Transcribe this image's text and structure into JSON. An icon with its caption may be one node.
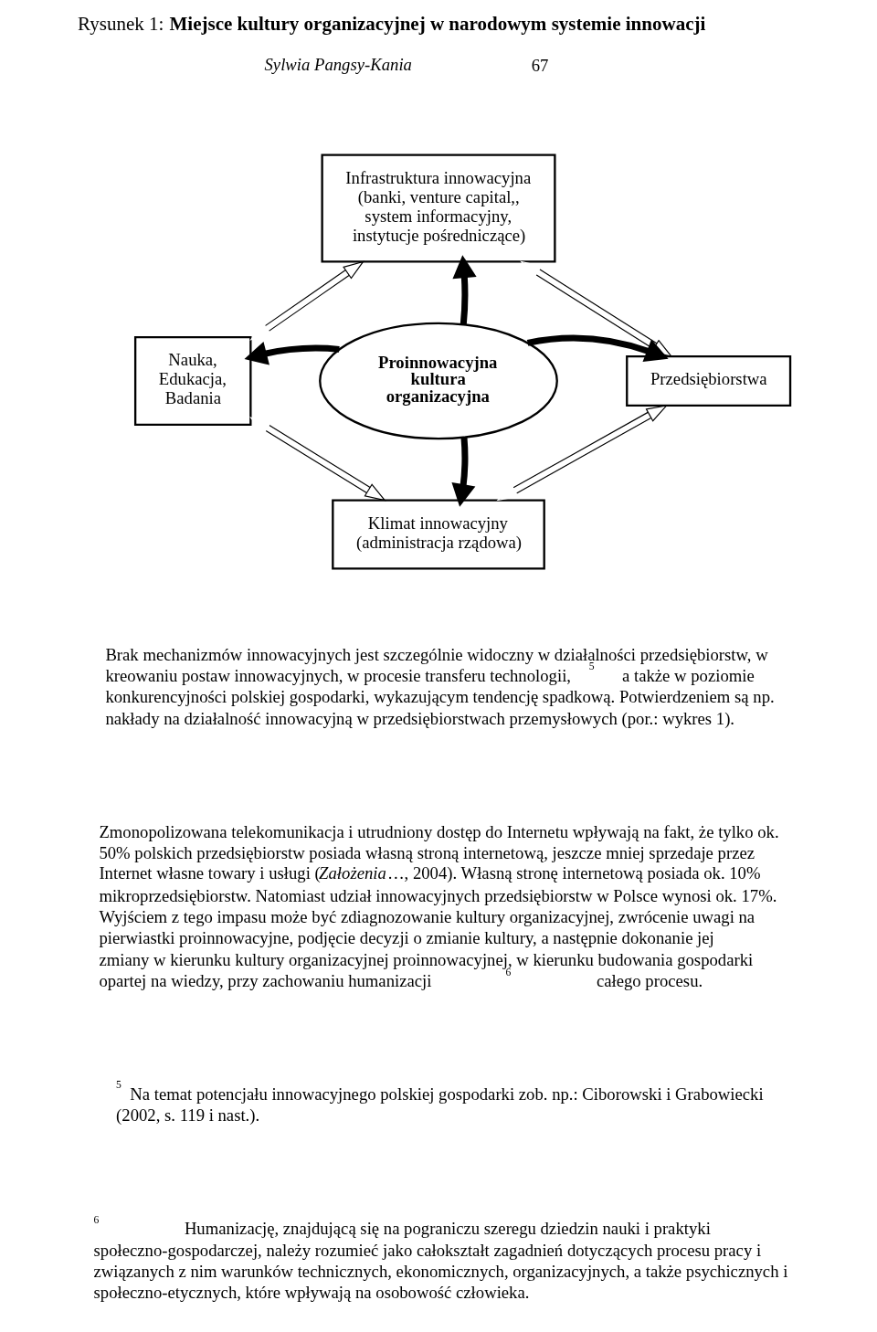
{
  "diagram": {
    "title": "Rysunek 1: **Miejsce kultury organizacyjnej w narodowym systemie innowacji**",
    "nodes": [
      {
        "text": [
          "Infrastruktura innowacyjna (banki, venture capital,, system informacyjny, instytucje pośredniczące)"
        ]
      },
      {
        "text": [
          "Nauka, Edukacja, Badania"
        ]
      },
      {
        "text": [
          "Proinnowacyjna kultura organizacyjna"
        ]
      },
      {
        "text": [
          "Przedsiębiorstwa"
        ]
      },
      {
        "text": [
          "Klimat innowacyjny (administracja rządowa)"
        ]
      }
    ],
    "edges": [
      {
        "from": 2,
        "to": 0,
        "arrow": "to",
        "style": "thick"
      },
      {
        "from": 2,
        "to": 1,
        "arrow": "to",
        "style": "thick"
      },
      {
        "from": 2,
        "to": 3,
        "arrow": "to",
        "style": "thick"
      },
      {
        "from": 2,
        "to": 4,
        "arrow": "to",
        "style": "thick"
      },
      {
        "from": 1,
        "to": 0,
        "arrow": "both"
      },
      {
        "from": 0,
        "to": 3,
        "arrow": "both"
      },
      {
        "from": 1,
        "to": 4,
        "arrow": "both"
      },
      {
        "from": 4,
        "to": 3,
        "arrow": "both"
      }
    ],
    "labels": [
      "*Sylwia Pangsy-Kania*",
      "67",
      "Brak mechanizmów innowacyjnych jest szczególnie widoczny w działalności przedsiębiorstw, w kreowaniu postaw innowacyjnych, w procesie transferu technologii,$^{5}$ a także w poziomie konkurencyjności polskiej gospodarki, wykazującym tendencję spadkową. Potwierdzeniem są np. nakłady na działalność innowacyjną w przedsiębiorstwach przemysłowych (por.: wykres 1).",
      "Zmonopolizowana telekomunikacja i utrudniony dostęp do Internetu wpływają na fakt, że tylko ok. 50% polskich przedsiębiorstw posiada własną stroną internetową, jeszcze mniej sprzedaje przez Internet własne towary i usługi (*Założenia*…, 2004). Własną stronę internetową posiada ok. 10% mikroprzedsiębiorstw. Natomiast udział innowacyjnych przedsiębiorstw w Polsce wynosi ok. 17%. Wyjściem z tego impasu może być zdiagnozowanie kultury organizacyjnej, zwrócenie uwagi na pierwiastki proinnowacyjne, podjęcie decyzji o zmianie kultury, a następnie dokonanie jej zmiany w kierunku kultury organizacyjnej proinnowacyjnej, w kierunku budowania gospodarki opartej na wiedzy, przy zachowaniu humanizacji$^{6}$ całego procesu.",
      "$^{5}$ Na temat potencjału innowacyjnego polskiej gospodarki zob. np.: Ciborowski i Grabowiecki (2002, s. 119 i nast.).",
      "$^{6}$ Humanizację, znajdującą się na pograniczu szeregu dziedzin nauki i praktyki społeczno-gospodarczej, należy rozumieć jako całokształt zagadnień dotyczących procesu pracy i związanych z nim warunków technicznych, ekonomicznych, organizacyjnych, a także psychicznych i społeczno-etycznych, które wpływają na osobowość człowieka."
    ]
  }
}
